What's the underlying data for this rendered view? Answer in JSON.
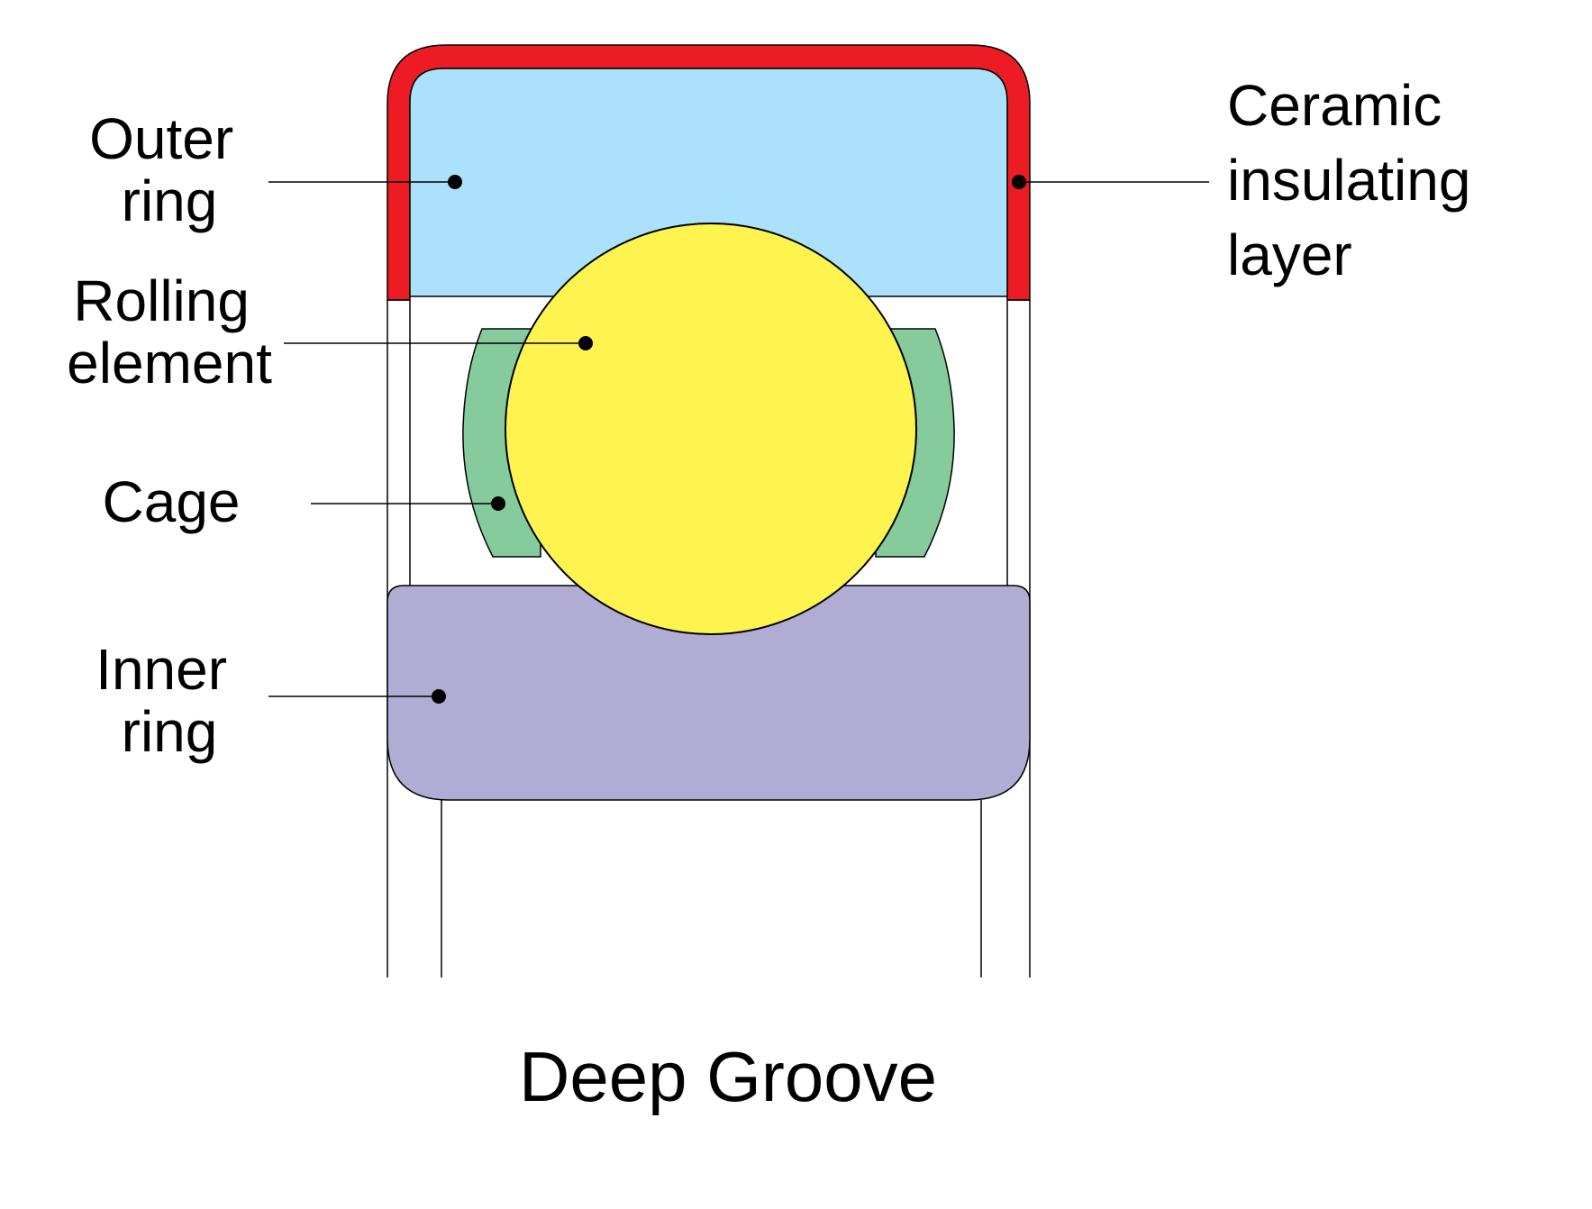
{
  "diagram": {
    "caption": "Deep Groove",
    "labels": {
      "outer_ring": [
        "Outer",
        "ring"
      ],
      "rolling_element": [
        "Rolling",
        "element"
      ],
      "cage": [
        "Cage"
      ],
      "inner_ring": [
        "Inner",
        "ring"
      ],
      "ceramic_layer": [
        "Ceramic",
        "insulating",
        "layer"
      ]
    },
    "colors": {
      "outer_ring": "#abe1fa",
      "ceramic_layer": "#ed1c24",
      "rolling_element": "#fff350",
      "cage": "#85cb9b",
      "inner_ring": "#b1acd4",
      "outline": "#000000"
    }
  }
}
